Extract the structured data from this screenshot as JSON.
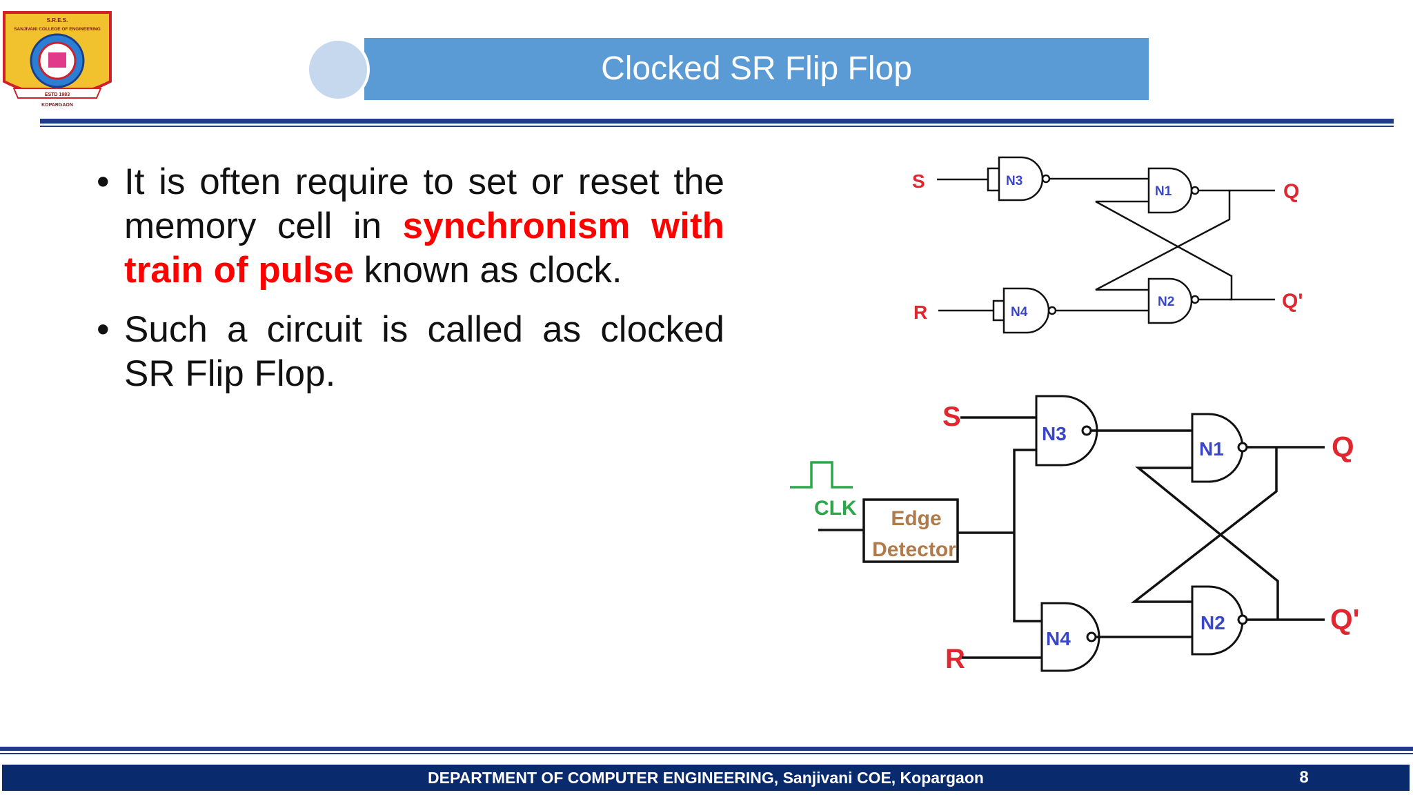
{
  "slide": {
    "title": "Clocked SR Flip Flop",
    "page_number": "8"
  },
  "logo": {
    "top_text": "S.R.E.S.",
    "college": "SANJIVANI COLLEGE OF ENGINEERING",
    "estd": "ESTD 1983",
    "place": "KOPARGAON"
  },
  "body": {
    "bullet1": {
      "pre": "It is often require to set or reset the memory cell in ",
      "highlight": "synchronism with train of pulse",
      "post": " known as clock."
    },
    "bullet2": "Such a circuit is called as clocked SR Flip Flop."
  },
  "diagram_top": {
    "input_s": "S",
    "input_r": "R",
    "gate_n3": "N3",
    "gate_n4": "N4",
    "gate_n1": "N1",
    "gate_n2": "N2",
    "output_q": "Q",
    "output_qbar": "Q'"
  },
  "diagram_bottom": {
    "input_s": "S",
    "input_r": "R",
    "clk": "CLK",
    "edge_line1": "Edge",
    "edge_line2": "Detector",
    "gate_n3": "N3",
    "gate_n4": "N4",
    "gate_n1": "N1",
    "gate_n2": "N2",
    "output_q": "Q",
    "output_qbar": "Q'"
  },
  "footer": {
    "text": "DEPARTMENT OF COMPUTER ENGINEERING,  Sanjivani COE, Kopargaon"
  },
  "colors": {
    "title_bar": "#5b9bd5",
    "rule": "#1f3c88",
    "footer_bg": "#0a2a6e",
    "highlight": "#ff0000",
    "gate_label": "#3a46c8",
    "clock": "#2aa84a",
    "edge_text": "#b07a4a"
  }
}
